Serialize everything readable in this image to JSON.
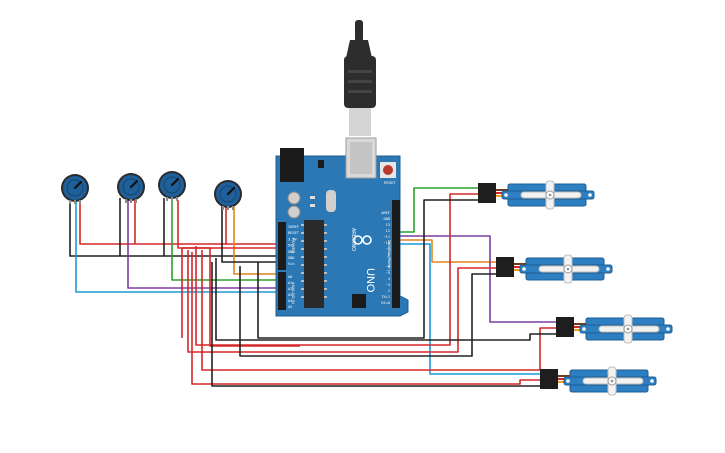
{
  "board": {
    "model_label": "UNO",
    "brand_label": "ARDUINO",
    "reset_label": "RESET",
    "power_header_label": "POWER",
    "analog_header_label": "ANALOG IN",
    "digital_header_label": "DIGITAL (PWM~)",
    "power_pins": [
      "IOREF",
      "RESET",
      "3.3V",
      "5V",
      "GND",
      "GND",
      "Vin"
    ],
    "analog_pins": [
      "A0",
      "A1",
      "A2",
      "A3",
      "A4",
      "A5"
    ],
    "digital_pins": [
      "AREF",
      "GND",
      "13",
      "12",
      "~11",
      "~10",
      "~9",
      "8",
      "7",
      "~6",
      "~5",
      "4",
      "~3",
      "2",
      "TX▸1",
      "RX◂0"
    ],
    "colors": {
      "pcb": "#2b78b4",
      "pcb_edge": "#1f5f91",
      "header": "#1b1b1b",
      "chip": "#2a2a2a"
    }
  },
  "usb_cable": {
    "colors": {
      "plug": "#2d2d2d",
      "connector": "#d4d4d4"
    }
  },
  "potentiometers": [
    {
      "id": "pot-1",
      "knob_color": "#1f5f9a"
    },
    {
      "id": "pot-2",
      "knob_color": "#1f5f9a"
    },
    {
      "id": "pot-3",
      "knob_color": "#1f5f9a"
    },
    {
      "id": "pot-4",
      "knob_color": "#1f5f9a"
    }
  ],
  "servos": [
    {
      "id": "servo-1",
      "body_color": "#2d7fc1"
    },
    {
      "id": "servo-2",
      "body_color": "#2d7fc1"
    },
    {
      "id": "servo-3",
      "body_color": "#2d7fc1"
    },
    {
      "id": "servo-4",
      "body_color": "#2d7fc1"
    }
  ],
  "wire_colors": {
    "power": "#d62728",
    "ground": "#222222",
    "signal_green": "#2ca02c",
    "signal_purple": "#7b3fa0",
    "signal_orange": "#e0861c",
    "signal_cyan": "#1f9ad6"
  }
}
